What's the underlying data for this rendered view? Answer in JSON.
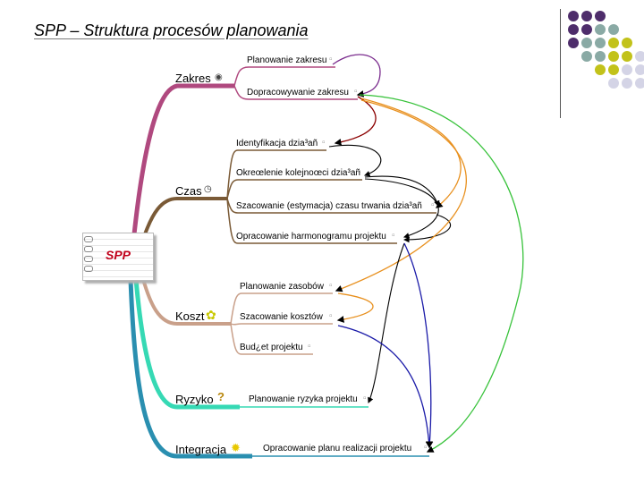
{
  "title": "SPP – Struktura procesów planowania",
  "center": {
    "label": "SPP"
  },
  "branches": {
    "zakres": {
      "label": "Zakres",
      "items": [
        "Planowanie zakresu",
        "Dopracowywanie zakresu"
      ]
    },
    "czas": {
      "label": "Czas",
      "items": [
        "Identyfikacja dzia³añ",
        "Okreœlenie kolejnoœci dzia³añ",
        "Szacowanie (estymacja) czasu trwania dzia³añ",
        "Opracowanie harmonogramu projektu"
      ]
    },
    "koszt": {
      "label": "Koszt",
      "items": [
        "Planowanie zasobów",
        "Szacowanie kosztów",
        "Bud¿et projektu"
      ]
    },
    "ryzyko": {
      "label": "Ryzyko",
      "items": [
        "Planowanie ryzyka projektu"
      ]
    },
    "integracja": {
      "label": "Integracja",
      "items": [
        "Opracowanie planu realizacji projektu"
      ]
    }
  },
  "colors": {
    "zakres": "#b0497f",
    "czas": "#7a5a36",
    "koszt": "#c9a08a",
    "ryzyko": "#36d9b4",
    "integracja": "#2a8fb0",
    "arrow_purple": "#7b2d8e",
    "arrow_green": "#37c23a",
    "arrow_darkred": "#8b0000",
    "arrow_black": "#000000",
    "arrow_orange": "#e8901e",
    "arrow_blue": "#1a1aa8",
    "dot_purple": "#4e2d6b",
    "dot_teal": "#8aaaa5",
    "dot_yellow": "#c2c21a",
    "dot_lilac": "#d4d4e6"
  },
  "dot_grid": [
    [
      "purple",
      "purple",
      "purple"
    ],
    [
      "purple",
      "purple",
      "teal",
      "teal"
    ],
    [
      "purple",
      "teal",
      "teal",
      "yellow",
      "yellow"
    ],
    [
      "teal",
      "teal",
      "yellow",
      "yellow",
      "lilac"
    ],
    [
      "yellow",
      "yellow",
      "lilac",
      "lilac"
    ],
    [
      "lilac",
      "lilac",
      "lilac"
    ]
  ],
  "icons": {
    "zakres": "eye-icon",
    "czas": "clock-icon",
    "koszt": "flower-icon",
    "ryzyko": "question-icon",
    "integracja": "sun-icon",
    "note": "note-icon"
  }
}
